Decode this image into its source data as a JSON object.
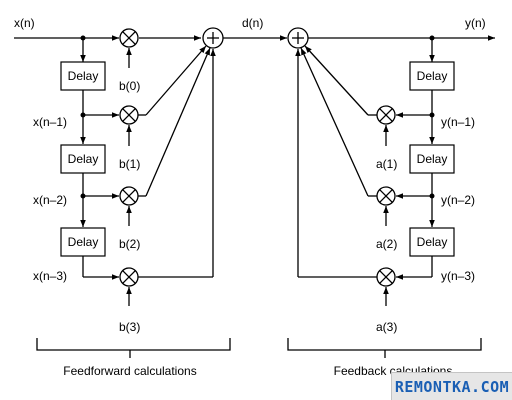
{
  "signals": {
    "input": "x(n)",
    "middle": "d(n)",
    "output": "y(n)",
    "x_delays": [
      "x(n–1)",
      "x(n–2)",
      "x(n–3)"
    ],
    "y_delays": [
      "y(n–1)",
      "y(n–2)",
      "y(n–3)"
    ]
  },
  "coefficients": {
    "feedforward": [
      "b(0)",
      "b(1)",
      "b(2)",
      "b(3)"
    ],
    "feedback": [
      "a(1)",
      "a(2)",
      "a(3)"
    ]
  },
  "blocks": {
    "delay_label": "Delay",
    "multiplier_symbol": "⊗",
    "adder_symbol": "+"
  },
  "sections": {
    "feedforward": "Feedforward calculations",
    "feedback": "Feedback calculations"
  },
  "watermark": "REMONTKA.COM"
}
